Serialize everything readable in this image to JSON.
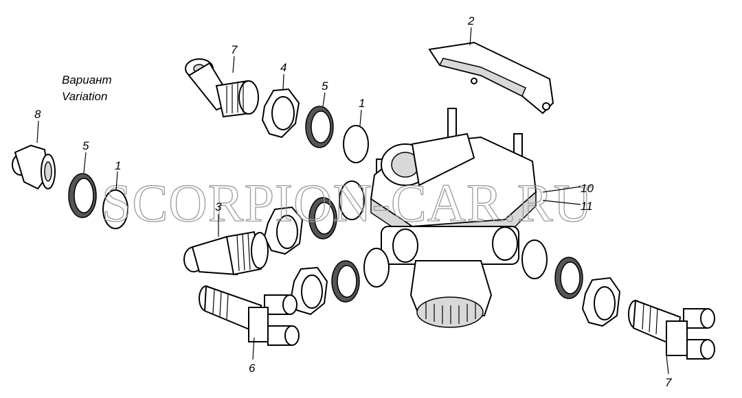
{
  "variant_label": {
    "ru": "Вариант",
    "en": "Variation"
  },
  "callouts": {
    "bracket": "2",
    "elbow_top": "7",
    "nut_top": "4",
    "washer_top": "5",
    "ring_top": "1",
    "plug_variant": "8",
    "washer_variant": "5",
    "ring_variant": "1",
    "elbow_left": "3",
    "valve_a": "10",
    "valve_b": "11",
    "tee_left": "6",
    "tee_right": "7"
  },
  "watermark": "SCORPION-CAR.RU"
}
